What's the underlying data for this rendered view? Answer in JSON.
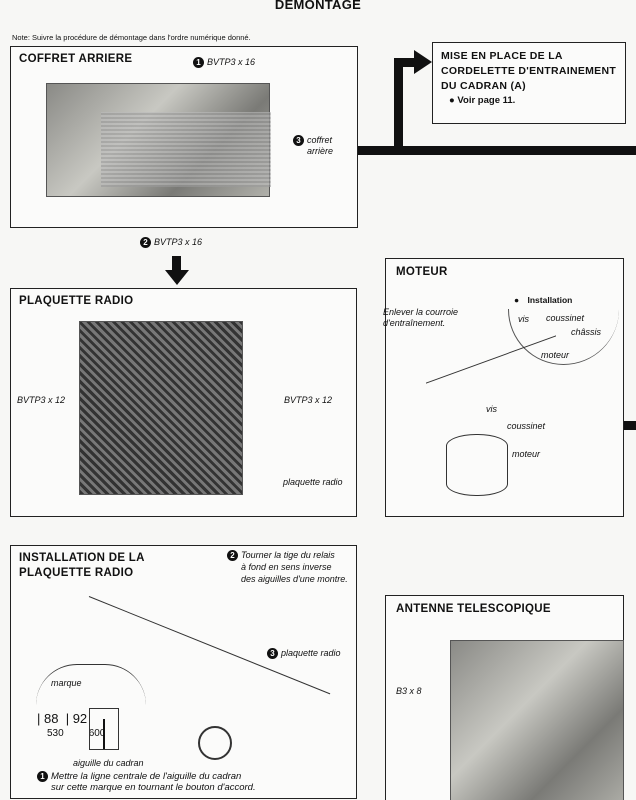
{
  "title": "DEMONTAGE",
  "note": "Note: Suivre la procédure de démontage dans l'ordre numérique donné.",
  "coffret": {
    "title": "COFFRET ARRIERE",
    "n1": "1",
    "label1": "BVTP3 x 16",
    "n2": "2",
    "label2": "BVTP3 x 16",
    "n3": "3",
    "label3a": "coffret",
    "label3b": "arrière"
  },
  "plaquette": {
    "title": "PLAQUETTE RADIO",
    "left": "BVTP3 x 12",
    "right": "BVTP3 x 12",
    "part": "plaquette radio"
  },
  "mise": {
    "l1": "MISE EN PLACE DE LA",
    "l2": "CORDELETTE D'ENTRAINEMENT",
    "l3": "DU CADRAN (A)",
    "bullet": "Voir page 11."
  },
  "moteur": {
    "title": "MOTEUR",
    "instr1": "Enlever la courroie",
    "instr2": "d'entraînement.",
    "install": "Installation",
    "vis": "vis",
    "coussinet": "coussinet",
    "chassis": "châssis",
    "moteur": "moteur",
    "vis2": "vis",
    "coussinet2": "coussinet",
    "moteur2": "moteur"
  },
  "installation": {
    "title1": "INSTALLATION DE LA",
    "title2": "PLAQUETTE RADIO",
    "n2": "2",
    "step2a": "Tourner la tige du relais",
    "step2b": "à fond en sens inverse",
    "step2c": "des aiguilles d'une montre.",
    "n3": "3",
    "step3": "plaquette radio",
    "marque": "marque",
    "fm1": "88",
    "fm2": "92",
    "am1": "530",
    "am2": "600",
    "needle": "aiguille du cadran",
    "n1": "1",
    "step1a": "Mettre la ligne centrale de l'aiguille du cadran",
    "step1b": "sur cette marque en tournant  le bouton d'accord."
  },
  "antenne": {
    "title": "ANTENNE TELESCOPIQUE",
    "label": "B3 x 8"
  }
}
